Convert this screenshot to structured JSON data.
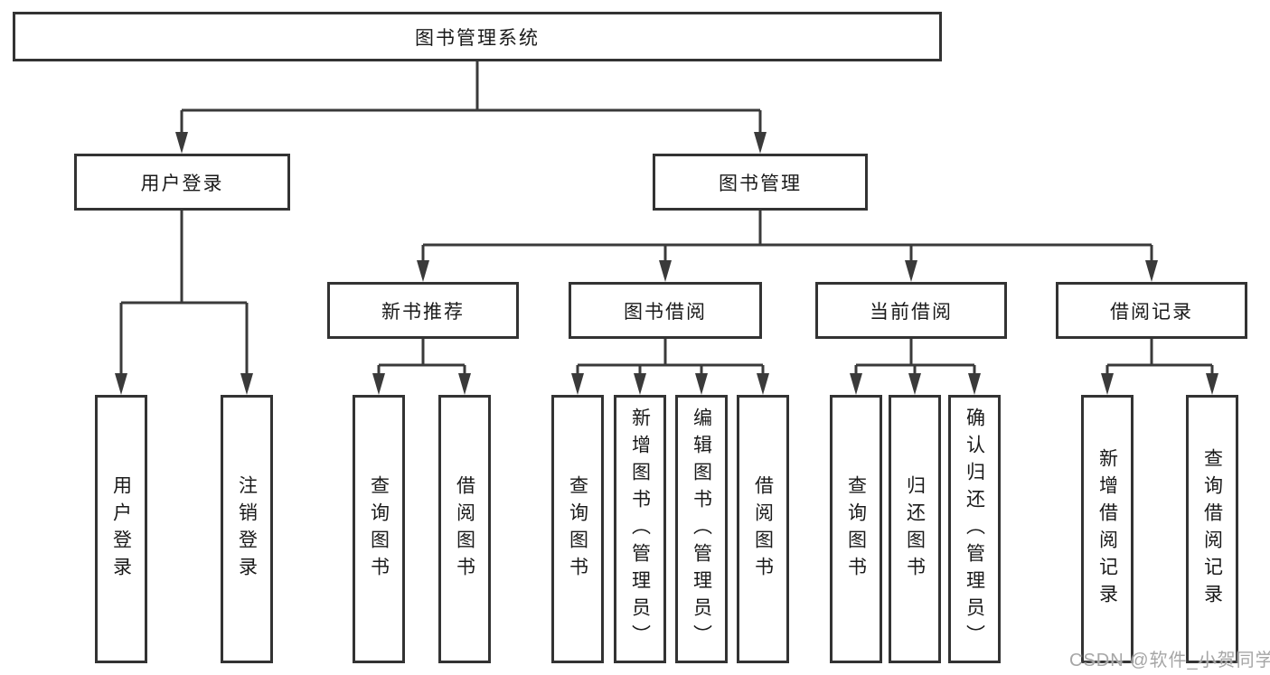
{
  "diagram": {
    "root": {
      "label": "图书管理系统"
    },
    "level2": {
      "user_login": {
        "label": "用户登录"
      },
      "book_management": {
        "label": "图书管理"
      }
    },
    "level3": {
      "new_book_recommend": {
        "label": "新书推荐"
      },
      "book_borrow": {
        "label": "图书借阅"
      },
      "current_borrow": {
        "label": "当前借阅"
      },
      "borrow_records": {
        "label": "借阅记录"
      }
    },
    "leaves": {
      "user_login": {
        "label": "用户登录"
      },
      "logout": {
        "label": "注销登录"
      },
      "rec_query_books": {
        "label": "查询图书"
      },
      "rec_borrow_books": {
        "label": "借阅图书"
      },
      "bb_query_books": {
        "label": "查询图书"
      },
      "bb_add_books": {
        "label": "新增图书（管理员）"
      },
      "bb_edit_books": {
        "label": "编辑图书（管理员）"
      },
      "bb_borrow_books": {
        "label": "借阅图书"
      },
      "cb_query_books": {
        "label": "查询图书"
      },
      "cb_return_books": {
        "label": "归还图书"
      },
      "cb_confirm_return": {
        "label": "确认归还（管理员）"
      },
      "br_add_record": {
        "label": "新增借阅记录"
      },
      "br_query_record": {
        "label": "查询借阅记录"
      }
    }
  },
  "watermark": "CSDN @软件_小贺同学",
  "colors": {
    "line": "#3a3a3a",
    "border": "#333333",
    "text": "#1a1a1a",
    "watermark": "#a6a6a6",
    "background": "#ffffff"
  }
}
